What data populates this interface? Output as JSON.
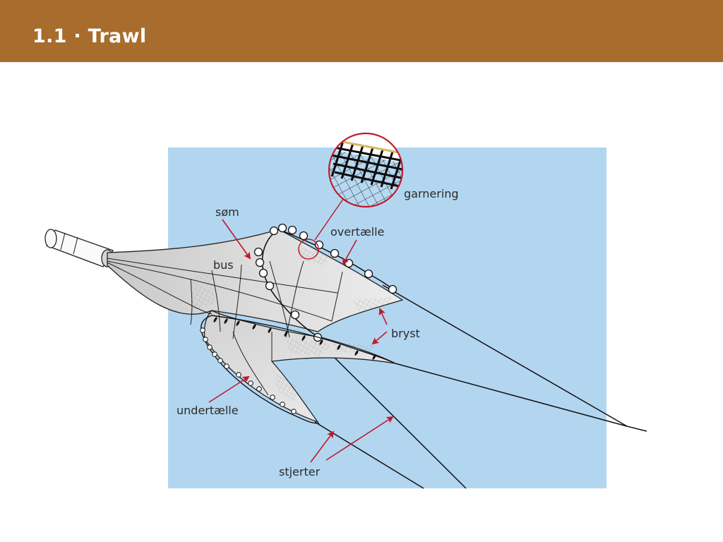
{
  "header": {
    "title": "1.1 · Trawl",
    "background_color": "#a86d2c",
    "text_color": "#ffffff"
  },
  "diagram": {
    "background_color": "#b3d6f0",
    "arrow_color": "#c0192c",
    "labels": {
      "garnering": "garnering",
      "som": "søm",
      "overtaelle": "overtælle",
      "bus": "bus",
      "bryst": "bryst",
      "undertaelle": "undertælle",
      "stjerter": "stjerter"
    }
  }
}
